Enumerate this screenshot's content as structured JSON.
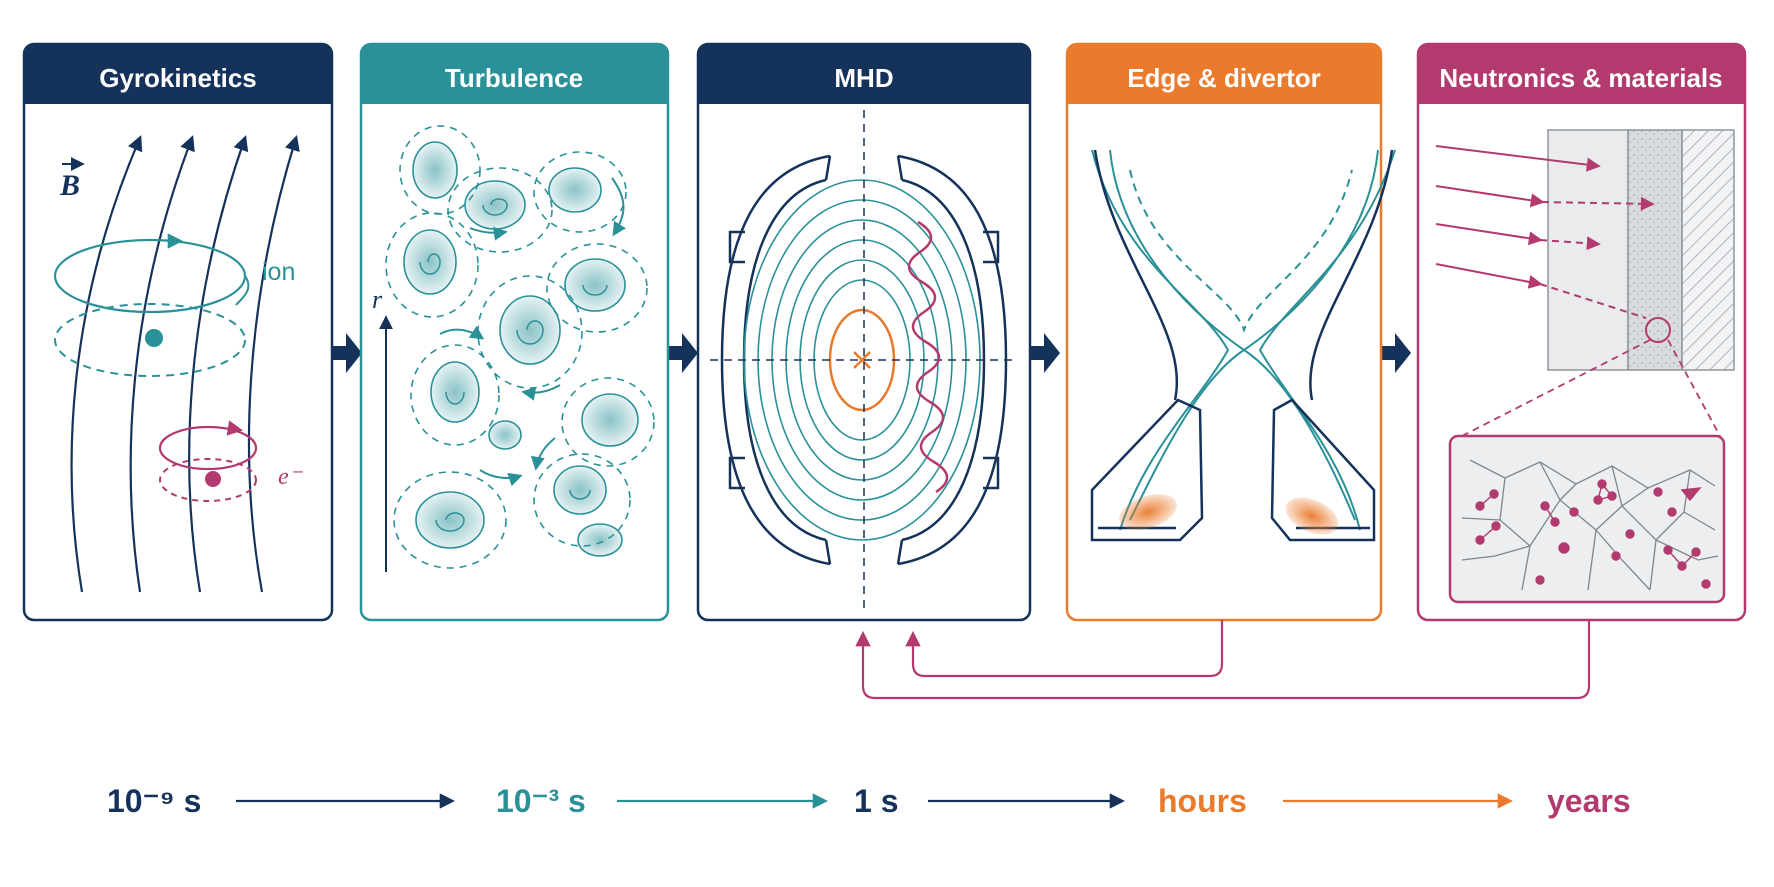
{
  "panels": [
    {
      "title": "Gyrokinetics",
      "color": "#15325a"
    },
    {
      "title": "Turbulence",
      "color": "#2a9199"
    },
    {
      "title": "MHD",
      "color": "#15325a"
    },
    {
      "title": "Edge & divertor",
      "color": "#ea7a2c"
    },
    {
      "title": "Neutronics & materials",
      "color": "#b23a6e"
    }
  ],
  "labels": {
    "b_field": "B",
    "ion": "ion",
    "electron": "e⁻",
    "radius": "r"
  },
  "timeline": [
    {
      "label": "10⁻⁹ s",
      "color": "#15325a"
    },
    {
      "label": "10⁻³ s",
      "color": "#2a9199"
    },
    {
      "label": "1 s",
      "color": "#15325a"
    },
    {
      "label": "hours",
      "color": "#ea7a2c"
    },
    {
      "label": "years",
      "color": "#b23a6e"
    }
  ],
  "colors": {
    "navy": "#15325a",
    "teal": "#2a9199",
    "orange": "#ea7a2c",
    "magenta": "#b23a6e"
  }
}
